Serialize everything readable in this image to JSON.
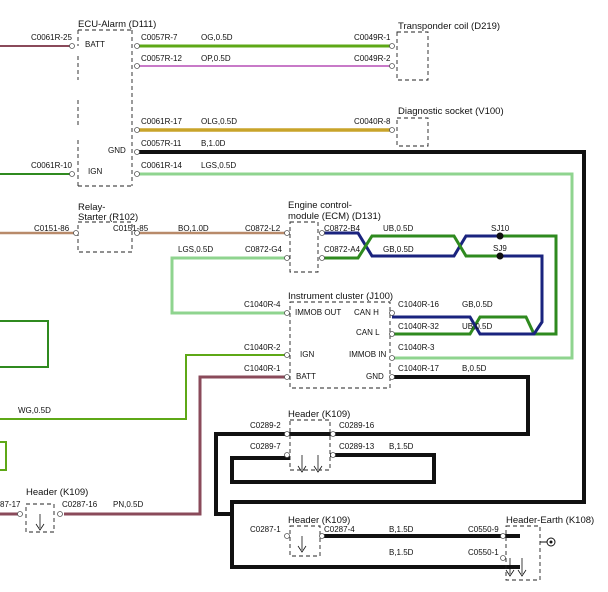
{
  "colors": {
    "black": "#111111",
    "green": "#2f8a1f",
    "green_bright": "#5ea817",
    "light_green": "#8fd48f",
    "pink": "#c87ac8",
    "olive": "#c8a42a",
    "dark_blue": "#1a237e",
    "maroon": "#8a4a5a",
    "brown": "#b88a6a"
  },
  "components": {
    "ecu_alarm": "ECU-Alarm (D111)",
    "transponder_coil": "Transponder coil (D219)",
    "diagnostic_socket": "Diagnostic socket (V100)",
    "relay_starter_line1": "Relay-",
    "relay_starter_line2": "Starter (R102)",
    "engine_line1": "Engine control-",
    "engine_line2": "module (ECM) (D131)",
    "instrument_cluster": "Instrument cluster (J100)",
    "header_k109": "Header (K109)",
    "header_earth": "Header-Earth (K108)"
  },
  "pin_names": {
    "batt": "BATT",
    "gnd": "GND",
    "ign": "IGN",
    "immob_out": "IMMOB OUT",
    "can_h": "CAN H",
    "can_l": "CAN L",
    "immob_in": "IMMOB IN"
  },
  "pins": {
    "c0061r_25": "C0061R-25",
    "c0061r_10": "C0061R-10",
    "c0057r_7": "C0057R-7",
    "c0057r_12": "C0057R-12",
    "c0061r_17": "C0061R-17",
    "c0057r_11": "C0057R-11",
    "c0061r_14": "C0061R-14",
    "c0049r_1": "C0049R-1",
    "c0049r_2": "C0049R-2",
    "c0040r_8": "C0040R-8",
    "c0151_86": "C0151-86",
    "c0151_85": "C0151-85",
    "c0872_l2": "C0872-L2",
    "c0872_g4": "C0872-G4",
    "c0872_b4": "C0872-B4",
    "c0872_a4": "C0872-A4",
    "c1040r_4": "C1040R-4",
    "c1040r_16": "C1040R-16",
    "c1040r_32": "C1040R-32",
    "c1040r_3": "C1040R-3",
    "c1040r_2": "C1040R-2",
    "c1040r_1": "C1040R-1",
    "c1040r_17": "C1040R-17",
    "c0289_2": "C0289-2",
    "c0289_16": "C0289-16",
    "c0289_7": "C0289-7",
    "c0289_13": "C0289-13",
    "c0287_17": "87-17",
    "c0287_16": "C0287-16",
    "c0287_1": "C0287-1",
    "c0287_4": "C0287-4",
    "c0550_9": "C0550-9",
    "c0550_1": "C0550-1"
  },
  "wires": {
    "og": "OG,0.5D",
    "op": "OP,0.5D",
    "olg": "OLG,0.5D",
    "b_1_0": "B,1.0D",
    "lgs": "LGS,0.5D",
    "bo": "BO,1.0D",
    "lg": "LGS,0.5D",
    "ub_top": "UB,0.5D",
    "gb_top": "GB,0.5D",
    "gb_bot": "GB,0.5D",
    "ub_bot": "UB,0.5D",
    "b_0_5": "B,0.5D",
    "wg": "WG,0.5D",
    "pn": "PN,0.5D",
    "b_1_5_a": "B,1.5D",
    "b_1_5_b": "B,1.5D",
    "b_1_5_c": "B,1.5D"
  },
  "splices": {
    "sj10": "SJ10",
    "sj9": "SJ9"
  }
}
